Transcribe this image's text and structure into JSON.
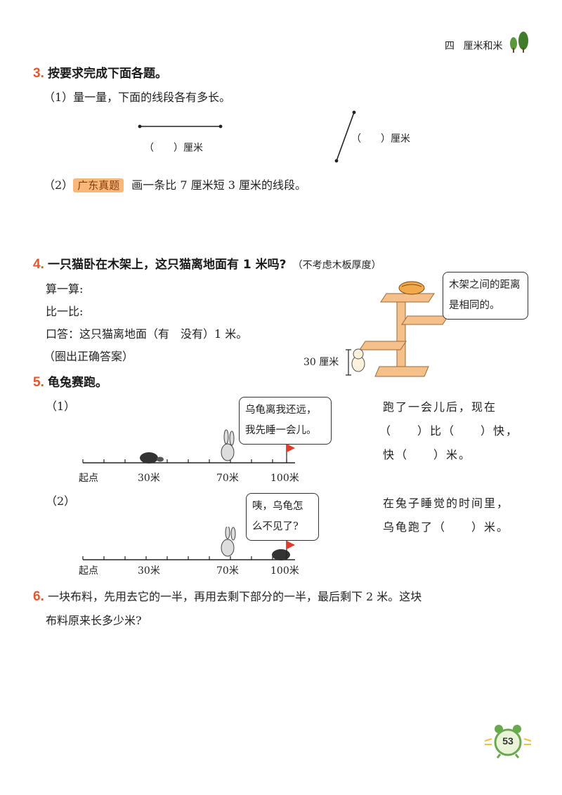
{
  "header": {
    "chapter": "四",
    "title": "厘米和米"
  },
  "q3": {
    "num": "3.",
    "title": "按要求完成下面各题。",
    "p1": "（1）量一量，下面的线段各有多长。",
    "blank1": "（　　）厘米",
    "blank2": "（　　）厘米",
    "p2_prefix": "（2）",
    "p2_tag": "广东真题",
    "p2_text": "画一条比 7 厘米短 3 厘米的线段。"
  },
  "q4": {
    "num": "4.",
    "title": "一只猫卧在木架上，这只猫离地面有 1 米吗?",
    "note": "（不考虑木板厚度）",
    "line1": "算一算:",
    "line2": "比一比:",
    "line3": "口答：这只猫离地面（有　没有）1 米。",
    "line4": "（圈出正确答案）",
    "bubble": "木架之间的距离是相同的。",
    "height_label": "30 厘米"
  },
  "q5": {
    "num": "5.",
    "title": "龟兔赛跑。",
    "part1": {
      "label": "（1）",
      "bubble": "乌龟离我还远，我先睡一会儿。",
      "ticks": [
        "起点",
        "30米",
        "70米",
        "100米"
      ],
      "q_line1": "跑了一会儿后，现在",
      "q_line2": "（　　）比（　　）快，",
      "q_line3": "快（　　）米。"
    },
    "part2": {
      "label": "（2）",
      "bubble": "咦，乌龟怎么不见了?",
      "ticks": [
        "起点",
        "30米",
        "70米",
        "100米"
      ],
      "q_line1": "在兔子睡觉的时间里，",
      "q_line2": "乌龟跑了（　　）米。"
    }
  },
  "q6": {
    "num": "6.",
    "line1": "一块布料，先用去它的一半，再用去剩下部分的一半，最后剩下 2 米。这块",
    "line2": "布料原来长多少米?"
  },
  "footer": {
    "page_number": "53"
  },
  "colors": {
    "accent": "#e4572e",
    "tag": "#f7b87a",
    "wood": "#f5c08a",
    "green": "#5a9a3a"
  }
}
